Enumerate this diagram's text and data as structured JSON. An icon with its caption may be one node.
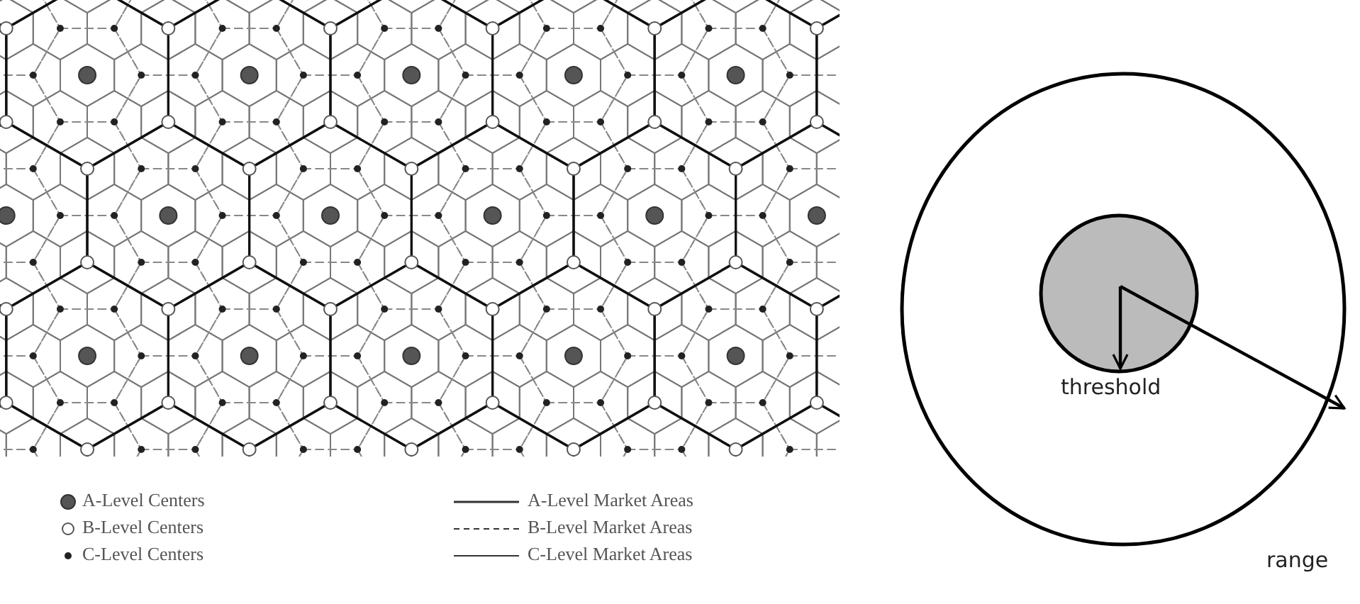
{
  "diagram": {
    "labels": [
      "threshold",
      "range"
    ],
    "legend": [
      {
        "text": "A-Level Centers"
      },
      {
        "text": "B-Level Centers"
      },
      {
        "text": "C-Level Centers"
      },
      {
        "text": "A-Level Market Areas"
      },
      {
        "text": "B-Level Market Areas"
      },
      {
        "text": "C-Level Market Areas"
      }
    ]
  }
}
